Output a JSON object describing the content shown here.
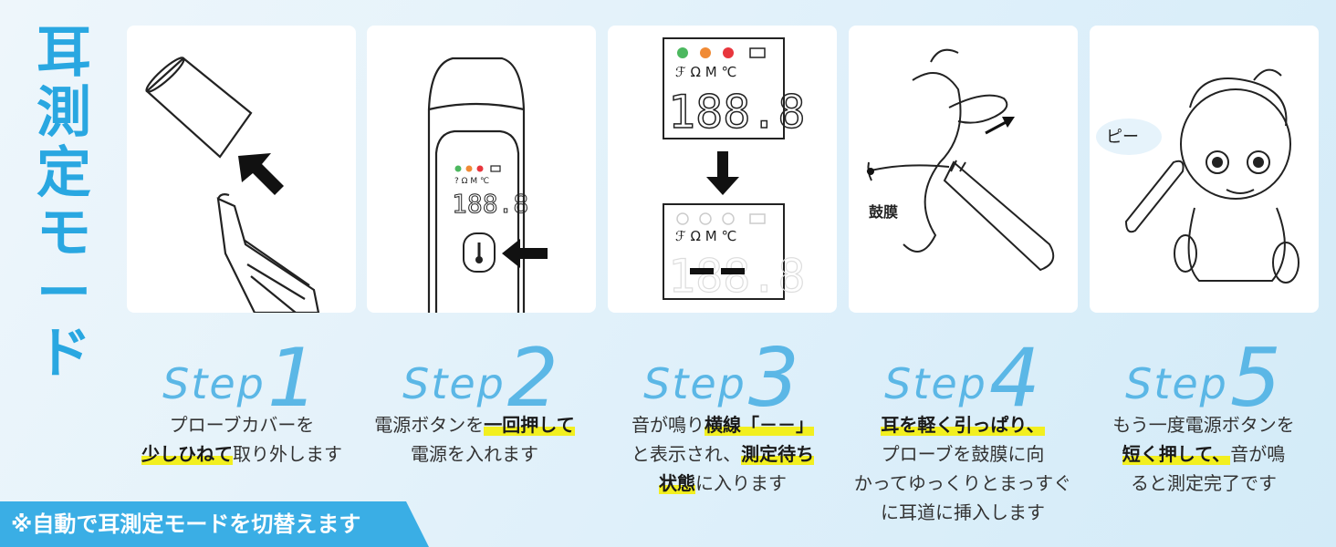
{
  "title_chars": [
    "耳",
    "測",
    "定",
    "モ",
    "ー",
    "ド"
  ],
  "steps": [
    {
      "word": "Step",
      "num": "1",
      "lines": [
        [
          "プローブカバーを"
        ],
        [
          "<hl>少しひねて",
          "取り外します"
        ]
      ]
    },
    {
      "word": "Step",
      "num": "2"
    },
    {
      "word": "Step",
      "num": "3"
    },
    {
      "word": "Step",
      "num": "4"
    },
    {
      "word": "Step",
      "num": "5"
    }
  ],
  "texts": {
    "s1_l1": "プローブカバーを",
    "s1_hl": "少しひねて",
    "s1_rest": "取り外します",
    "s2_pre": "電源ボタンを",
    "s2_hl": "一回押して",
    "s2_l2": "電源を入れます",
    "s3_pre": "音が鳴り",
    "s3_hl1": "横線「－－」",
    "s3_mid": "と表示され、",
    "s3_hl2": "測定待ち",
    "s3_hl3": "状態",
    "s3_rest": "に入ります",
    "s4_hl": "耳を軽く引っぱり、",
    "s4_l2": "プローブを鼓膜に向",
    "s4_l3": "かってゆっくりとまっすぐ",
    "s4_l4": "に耳道に挿入します",
    "s5_l1": "もう一度電源ボタンを",
    "s5_hl": "短く押して、",
    "s5_rest": "音が鳴",
    "s5_l3": "ると測定完了です"
  },
  "labels": {
    "eardrum": "鼓膜",
    "beep": "ピー",
    "display_big": "188.8",
    "display_small": "188.8",
    "unit": "℃",
    "mode": "M"
  },
  "banner": "※自動で耳測定モードを切替えます",
  "colors": {
    "accent": "#29a7e1",
    "step": "#5bb7e6",
    "highlight": "#f2ef1f",
    "banner": "#3aaee5",
    "green": "#4cb85f",
    "orange": "#f08a35",
    "red": "#e8363d"
  },
  "icons": [
    "arrow-up-left-icon",
    "arrow-left-icon",
    "arrow-down-icon",
    "arrow-up-right-icon",
    "thermometer-icon",
    "ear-icon",
    "battery-icon"
  ]
}
